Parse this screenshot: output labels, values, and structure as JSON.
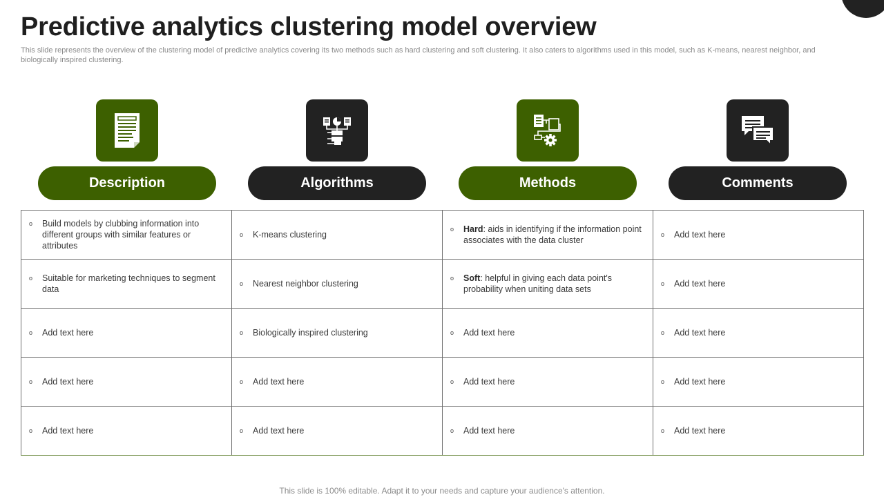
{
  "slide": {
    "title": "Predictive analytics clustering model overview",
    "subtitle": "This slide represents the overview of the clustering model of predictive analytics covering its two methods such as hard clustering and soft clustering. It also caters to algorithms used in this model, such as K-means, nearest neighbor, and biologically inspired clustering.",
    "footer": "This slide is 100% editable. Adapt it to your needs and capture your audience's attention."
  },
  "columns": [
    {
      "label": "Description",
      "icon": "document-icon",
      "color": "#3d6000"
    },
    {
      "label": "Algorithms",
      "icon": "hierarchy-chart-icon",
      "color": "#222222"
    },
    {
      "label": "Methods",
      "icon": "workflow-gear-icon",
      "color": "#3d6000"
    },
    {
      "label": "Comments",
      "icon": "chat-bubbles-icon",
      "color": "#222222"
    }
  ],
  "table": {
    "bullet": "o",
    "rows": [
      [
        {
          "text": "Build models by clubbing information into different groups with similar features or attributes"
        },
        {
          "text": "K-means clustering"
        },
        {
          "bold": "Hard",
          "text": ": aids in identifying if the information point associates with the data cluster"
        },
        {
          "text": "Add text here"
        }
      ],
      [
        {
          "text": "Suitable for marketing techniques to segment data"
        },
        {
          "text": "Nearest neighbor clustering"
        },
        {
          "bold": "Soft",
          "text": ": helpful in giving each data point's probability when uniting data sets"
        },
        {
          "text": "Add text here"
        }
      ],
      [
        {
          "text": "Add text here"
        },
        {
          "text": "Biologically inspired clustering"
        },
        {
          "text": "Add text here"
        },
        {
          "text": "Add text here"
        }
      ],
      [
        {
          "text": "Add text here"
        },
        {
          "text": "Add text here"
        },
        {
          "text": "Add text here"
        },
        {
          "text": "Add text here"
        }
      ],
      [
        {
          "text": "Add text here"
        },
        {
          "text": "Add text here"
        },
        {
          "text": "Add text here"
        },
        {
          "text": "Add text here"
        }
      ]
    ]
  }
}
